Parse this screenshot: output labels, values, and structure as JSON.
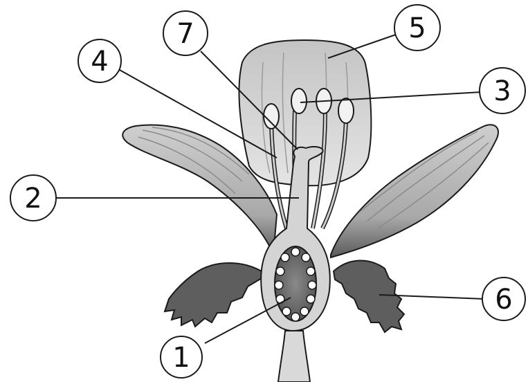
{
  "diagram": {
    "colors": {
      "background": "#ffffff",
      "outline": "#1a1a1a",
      "petal_light": "#d6d6d6",
      "petal_dark": "#7a7a7a",
      "leaf": "#5e5e5e",
      "ovary": "#6e6e6e"
    },
    "labels": [
      {
        "id": "1",
        "text": "1"
      },
      {
        "id": "2",
        "text": "2"
      },
      {
        "id": "3",
        "text": "3"
      },
      {
        "id": "4",
        "text": "4"
      },
      {
        "id": "5",
        "text": "5"
      },
      {
        "id": "6",
        "text": "6"
      },
      {
        "id": "7",
        "text": "7"
      }
    ]
  }
}
